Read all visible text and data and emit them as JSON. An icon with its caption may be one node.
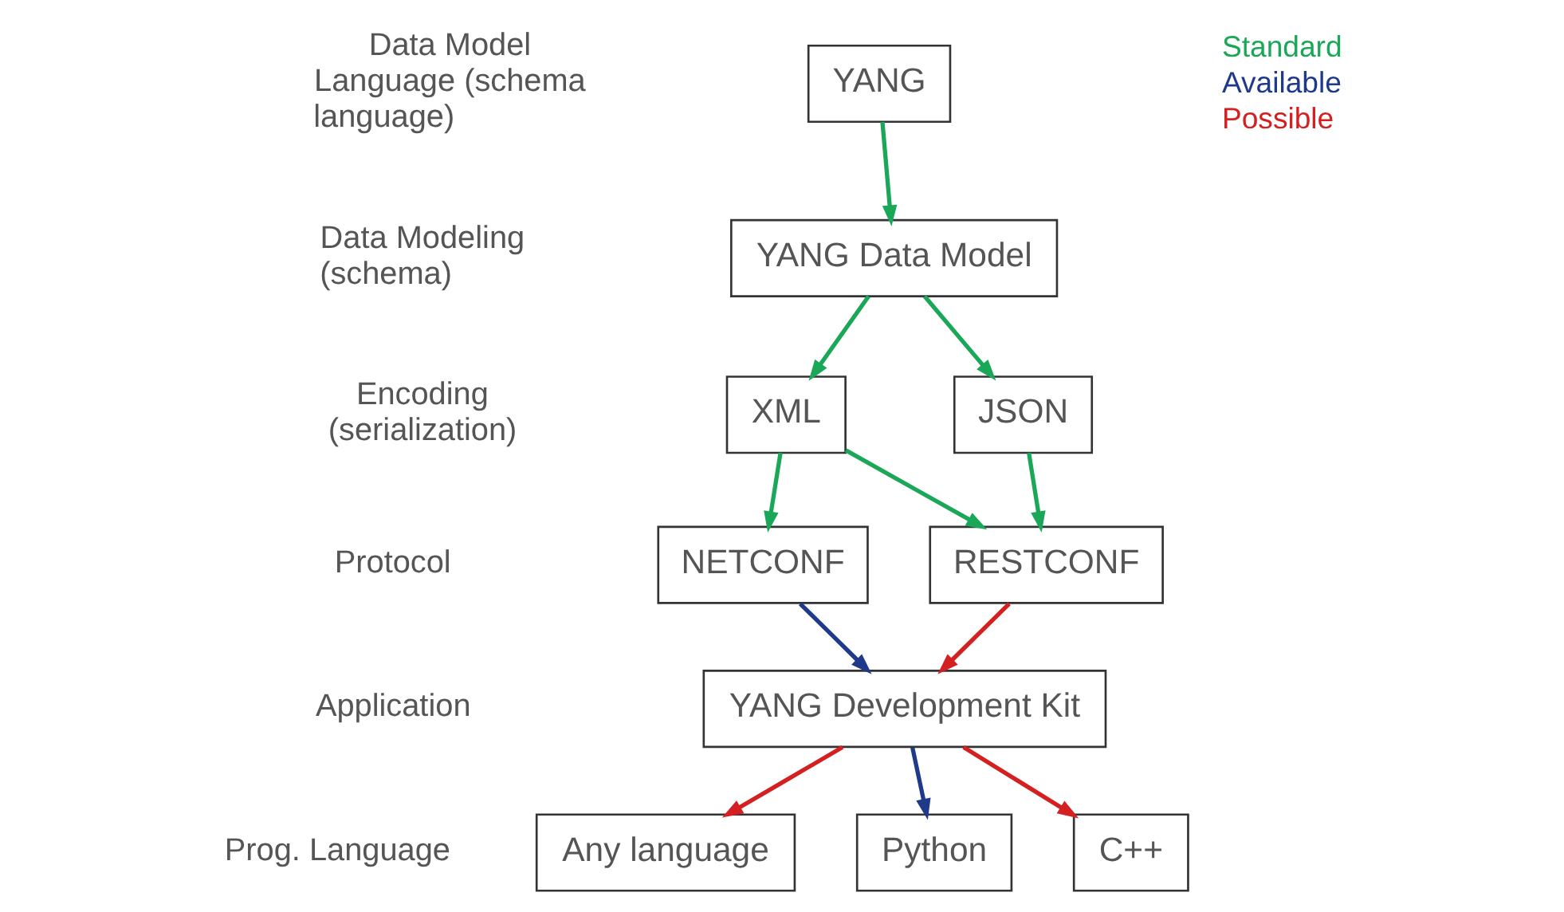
{
  "diagram": {
    "nodes": [
      {
        "text": [
          "YANG"
        ]
      },
      {
        "text": [
          "YANG Data Model"
        ]
      },
      {
        "text": [
          "XML"
        ]
      },
      {
        "text": [
          "JSON"
        ]
      },
      {
        "text": [
          "NETCONF"
        ]
      },
      {
        "text": [
          "RESTCONF"
        ]
      },
      {
        "text": [
          "YANG Development Kit"
        ]
      },
      {
        "text": [
          "Python"
        ]
      },
      {
        "text": [
          "C++"
        ]
      },
      {
        "text": [
          "Any language"
        ]
      }
    ],
    "edges": [
      {
        "from": 0,
        "to": 1,
        "arrow": "to"
      },
      {
        "from": 1,
        "to": 2,
        "arrow": "to"
      },
      {
        "from": 1,
        "to": 3,
        "arrow": "to"
      },
      {
        "from": 2,
        "to": 4,
        "arrow": "to"
      },
      {
        "from": 2,
        "to": 5,
        "arrow": "to"
      },
      {
        "from": 3,
        "to": 5,
        "arrow": "to"
      },
      {
        "from": 4,
        "to": 6,
        "arrow": "to",
        "color": "#1f3a8a"
      },
      {
        "from": 5,
        "to": 6,
        "arrow": "to",
        "color": "#d42020"
      },
      {
        "from": 6,
        "to": 7,
        "arrow": "to",
        "color": "#1f3a8a"
      },
      {
        "from": 6,
        "to": 8,
        "arrow": "to",
        "color": "#d42020"
      },
      {
        "from": 6,
        "to": 9,
        "arrow": "to",
        "color": "#d42020"
      }
    ],
    "labels": [
      "Data Model Language (schema language)",
      "Data Modeling (schema)",
      "Encoding (serialization)",
      "Protocol",
      "Application",
      "Prog. Language"
    ],
    "legend": [
      {
        "text": "Standard",
        "color": "#1aa858"
      },
      {
        "text": "Available",
        "color": "#1f3a8a"
      },
      {
        "text": "Possible",
        "color": "#d42020"
      }
    ]
  }
}
